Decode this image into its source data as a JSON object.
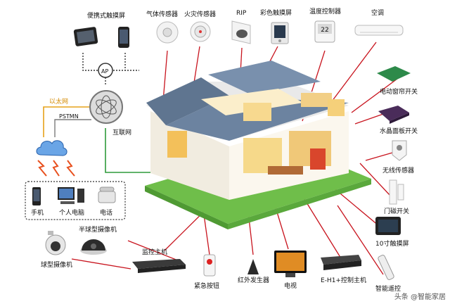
{
  "labels": {
    "portable_touchscreen": "便携式触摸屏",
    "gas_sensor": "气体传感器",
    "fire_sensor": "火灾传感器",
    "rip": "RIP",
    "color_touchscreen": "彩色触摸屏",
    "temp_controller": "温度控制器",
    "air_conditioner": "空调",
    "ap": "AP",
    "ethernet": "以太网",
    "pstmn": "PSTMN",
    "internet": "互联网",
    "curtain_switch": "电动窗帘开关",
    "crystal_panel_switch": "水晶面板开关",
    "wireless_sensor": "无线传感器",
    "door_sensor": "门磁开关",
    "touchscreen_10in": "10寸触摸屏",
    "mobile_phone": "手机",
    "personal_computer": "个人电脑",
    "telephone": "电话",
    "half_dome_camera": "半球型摄像机",
    "dome_camera": "球型摄像机",
    "monitor_host": "监控主机",
    "emergency_button": "紧急按钮",
    "ir_emitter": "红外发生器",
    "tv": "电视",
    "eh1_host": "E-H1+控制主机",
    "smart_remote": "智能遥控"
  },
  "screen_text": {
    "thermostat_display": "22"
  },
  "watermark": "头条 @智能家居"
}
